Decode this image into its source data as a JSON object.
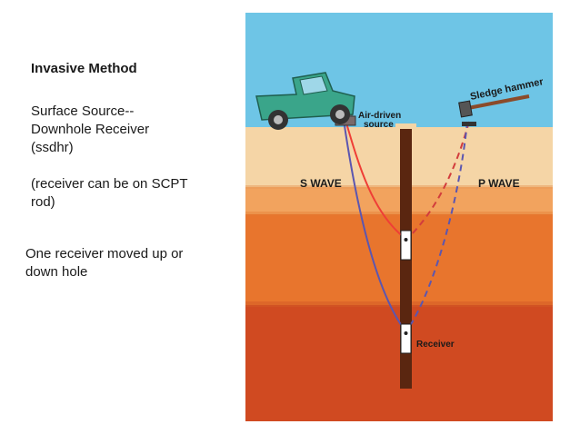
{
  "text": {
    "title": "Invasive Method",
    "para1_lines": [
      "Surface Source--",
      "Downhole Receiver",
      "(ssdhr)"
    ],
    "para2_lines": [
      "(receiver can be on SCPT",
      "rod)"
    ],
    "para3_lines": [
      "One receiver moved up or",
      "down hole"
    ]
  },
  "diagram": {
    "labels": {
      "sledge_hammer": "Sledge hammer",
      "air_driven_1": "Air-driven",
      "air_driven_2": "source",
      "s_wave": "S WAVE",
      "p_wave": "P WAVE",
      "receiver": "Receiver"
    },
    "colors": {
      "sky": "#6ec5e6",
      "soil_top": "#f5d5a6",
      "soil_layer2": "#f2a35e",
      "soil_layer3": "#e8752d",
      "soil_layer4": "#d04a21",
      "truck": "#3aa58a",
      "s_wave_upper": "#ef3e36",
      "s_wave_lower": "#5b56b0",
      "p_wave": "#d23c3c",
      "p_wave_lower": "#5b56b0",
      "borehole": "#5a2610"
    },
    "icons": [
      "truck-icon",
      "sledge-hammer-icon",
      "air-source-icon",
      "receiver-icon"
    ]
  }
}
